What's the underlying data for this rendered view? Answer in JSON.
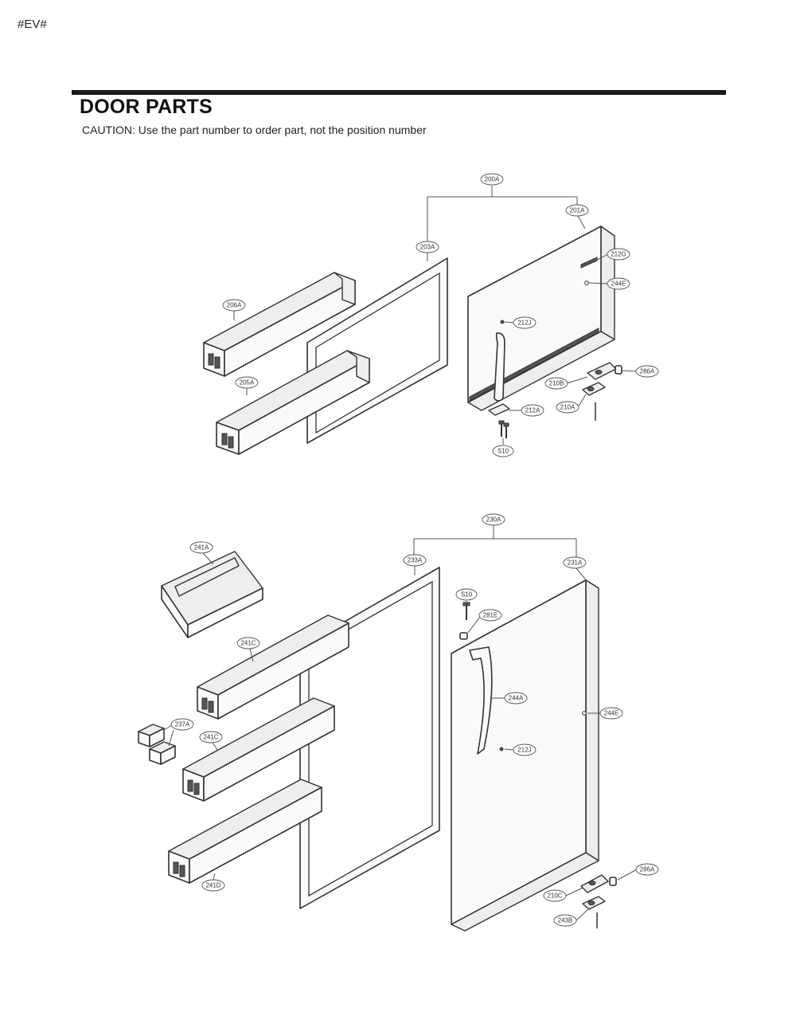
{
  "header": {
    "corner_mark": "#EV#",
    "title": "DOOR PARTS",
    "caution": "CAUTION: Use the part number to order part, not the position number"
  },
  "callouts": {
    "c200A": "200A",
    "c201A": "201A",
    "c203A": "203A",
    "c212G": "212G",
    "c244E_top": "244E",
    "c206A": "206A",
    "c205A": "205A",
    "c212J_top": "212J",
    "c286A_top": "286A",
    "c210B": "210B",
    "c210A": "210A",
    "c212A": "212A",
    "cS10_top": "S10",
    "c230A": "230A",
    "c241A": "241A",
    "c233A": "233A",
    "c231A": "231A",
    "cS10_bot": "S10",
    "c281E": "281E",
    "c241C_a": "241C",
    "c244A": "244A",
    "c244E_bot": "244E",
    "c237A": "237A",
    "c241C_b": "241C",
    "c212J_bot": "212J",
    "c286A_bot": "286A",
    "c210C": "210C",
    "c241D": "241D",
    "c243B": "243B"
  }
}
